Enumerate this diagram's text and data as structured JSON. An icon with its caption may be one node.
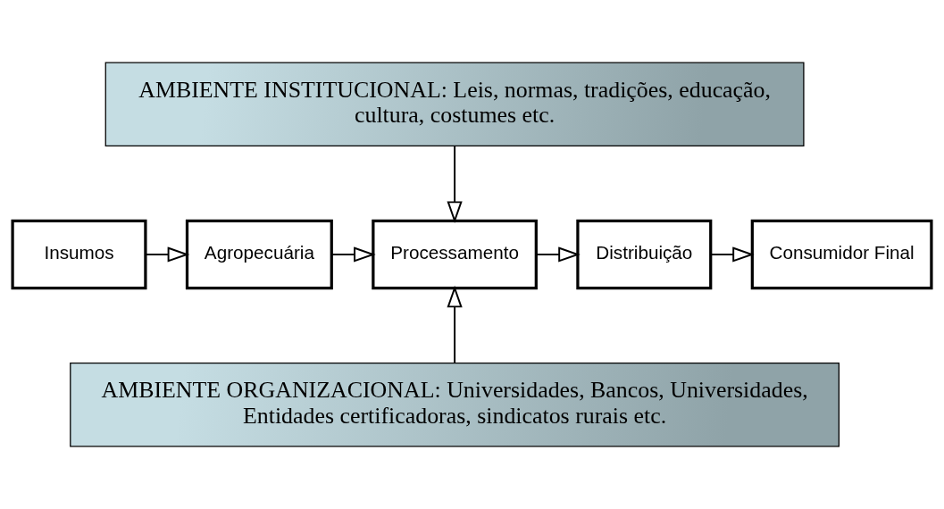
{
  "diagram": {
    "nodes": [
      {
        "text": [
          "AMBIENTE INSTITUCIONAL: Leis, normas, tradições, educação, cultura, costumes etc."
        ]
      },
      {
        "text": [
          "Insumos"
        ]
      },
      {
        "text": [
          "Agropecuária"
        ]
      },
      {
        "text": [
          "Processamento"
        ]
      },
      {
        "text": [
          "Distribuição"
        ]
      },
      {
        "text": [
          "Consumidor Final"
        ]
      },
      {
        "text": [
          "AMBIENTE ORGANIZACIONAL: Universidades, Bancos, Universidades, Entidades certificadoras, sindicatos rurais etc."
        ]
      }
    ],
    "edges": [
      {
        "from": 1,
        "to": 2,
        "arrow": "to"
      },
      {
        "from": 2,
        "to": 3,
        "arrow": "to"
      },
      {
        "from": 3,
        "to": 4,
        "arrow": "to"
      },
      {
        "from": 4,
        "to": 5,
        "arrow": "to"
      },
      {
        "from": 0,
        "to": 3,
        "arrow": "to"
      },
      {
        "from": 6,
        "to": 3,
        "arrow": "to"
      }
    ]
  }
}
